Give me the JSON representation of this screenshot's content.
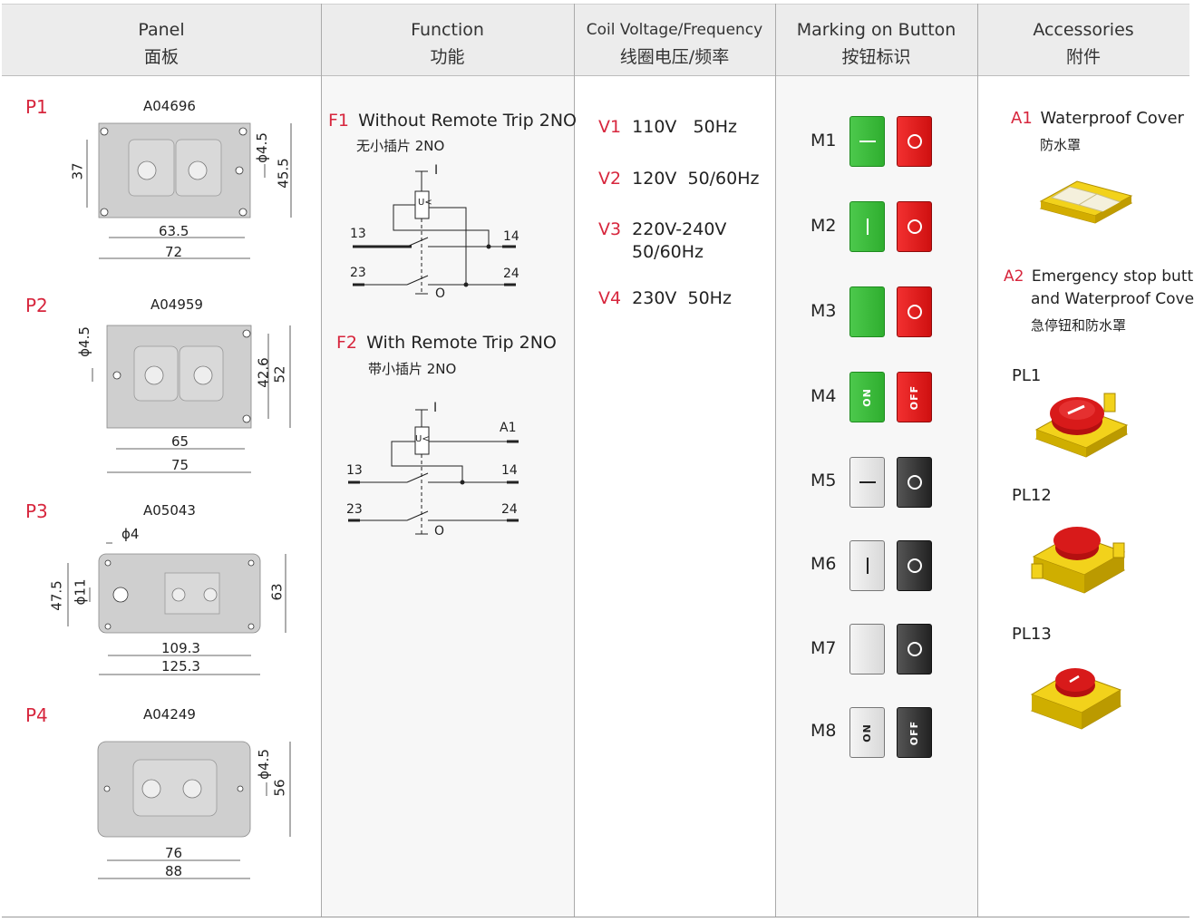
{
  "headers": [
    {
      "en": "Panel",
      "zh": "面板"
    },
    {
      "en": "Function",
      "zh": "功能"
    },
    {
      "en": "Coil Voltage/Frequency",
      "zh": "线圈电压/频率"
    },
    {
      "en": "Marking on Button",
      "zh": "按钮标识"
    },
    {
      "en": "Accessories",
      "zh": "附件"
    }
  ],
  "panels": [
    {
      "code": "P1",
      "part": "A04696",
      "dims": [
        "37",
        "ϕ4.5",
        "45.5",
        "63.5",
        "72"
      ]
    },
    {
      "code": "P2",
      "part": "A04959",
      "dims": [
        "ϕ4.5",
        "42.6",
        "52",
        "65",
        "75"
      ]
    },
    {
      "code": "P3",
      "part": "A05043",
      "dims": [
        "ϕ4",
        "47.5",
        "ϕ11",
        "63",
        "109.3",
        "125.3"
      ]
    },
    {
      "code": "P4",
      "part": "A04249",
      "dims": [
        "ϕ4.5",
        "56",
        "76",
        "88"
      ]
    }
  ],
  "functions": [
    {
      "code": "F1",
      "en": "Without Remote Trip 2NO",
      "zh": "无小插片 2NO",
      "terminals": {
        "t13": "13",
        "t14": "14",
        "t23": "23",
        "t24": "24",
        "i": "I",
        "o": "O",
        "coil": "U<"
      }
    },
    {
      "code": "F2",
      "en": "With Remote Trip  2NO",
      "zh": "带小插片 2NO",
      "terminals": {
        "t13": "13",
        "t14": "14",
        "t23": "23",
        "t24": "24",
        "i": "I",
        "o": "O",
        "coil": "U<",
        "a1": "A1"
      }
    }
  ],
  "voltages": [
    {
      "code": "V1",
      "value": "110V   50Hz"
    },
    {
      "code": "V2",
      "value": "120V  50/60Hz"
    },
    {
      "code": "V3",
      "value": "220V-240V",
      "value2": "50/60Hz"
    },
    {
      "code": "V4",
      "value": "230V  50Hz"
    }
  ],
  "markings": [
    {
      "code": "M1",
      "left_color": "green",
      "right_color": "red",
      "left_sym": "dash",
      "right_sym": "circle"
    },
    {
      "code": "M2",
      "left_color": "green",
      "right_color": "red",
      "left_sym": "bar",
      "right_sym": "circle"
    },
    {
      "code": "M3",
      "left_color": "green",
      "right_color": "red",
      "left_sym": "none",
      "right_sym": "circle"
    },
    {
      "code": "M4",
      "left_color": "green",
      "right_color": "red",
      "left_text": "ON",
      "right_text": "OFF"
    },
    {
      "code": "M5",
      "left_color": "white",
      "right_color": "black",
      "left_sym": "dash",
      "right_sym": "circle"
    },
    {
      "code": "M6",
      "left_color": "white",
      "right_color": "black",
      "left_sym": "bar",
      "right_sym": "circle"
    },
    {
      "code": "M7",
      "left_color": "white",
      "right_color": "black",
      "left_sym": "none",
      "right_sym": "circle"
    },
    {
      "code": "M8",
      "left_color": "white",
      "right_color": "black",
      "left_text": "ON",
      "right_text": "OFF"
    }
  ],
  "accessories": [
    {
      "code": "A1",
      "en": "Waterproof Cover",
      "zh": "防水罩"
    },
    {
      "code": "A2",
      "en": "Emergency stop button",
      "en2": "and Waterproof Cover",
      "zh": "急停钮和防水罩"
    },
    {
      "code": "PL1"
    },
    {
      "code": "PL12"
    },
    {
      "code": "PL13"
    }
  ],
  "colors": {
    "accent": "#d7263d",
    "header_bg": "#ececec",
    "column_bg": "#f7f7f7",
    "plate": "#c8c8c8",
    "yellow": "#f2d21b",
    "estop_red": "#d81a1a"
  }
}
